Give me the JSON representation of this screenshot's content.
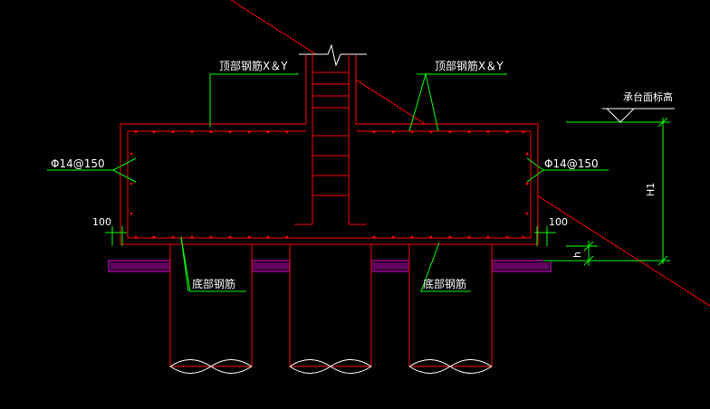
{
  "labels": {
    "top_rebar_left": "顶部钢筋X＆Y",
    "top_rebar_right": "顶部钢筋X＆Y",
    "stirrup_left": "Φ14@150",
    "stirrup_right": "Φ14@150",
    "cover_left": "100",
    "cover_right": "100",
    "cap_top_elev": "承台面标高",
    "height_H1": "H1",
    "height_h": "h",
    "bottom_rebar_left": "底部钢筋",
    "bottom_rebar_right": "底部钢筋"
  },
  "colors": {
    "background": "#000000",
    "structure": "#ff0000",
    "leader": "#00ff00",
    "text": "#ffffff",
    "bed": "#ff00ff",
    "bed_fill": "#d000d0",
    "pile_bottom": "#ffffff",
    "dimension": "#00ff00"
  }
}
